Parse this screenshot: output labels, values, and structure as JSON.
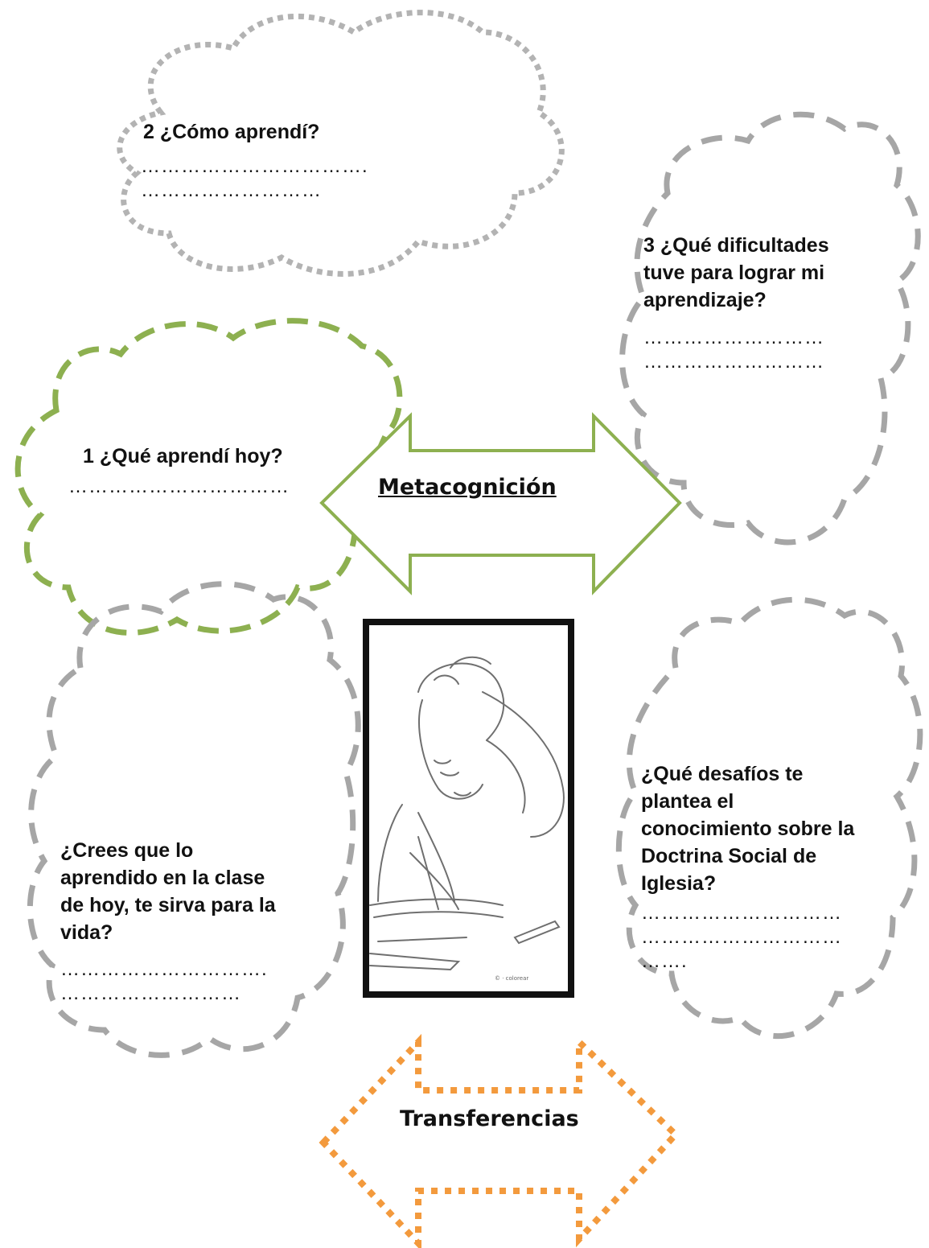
{
  "colors": {
    "green": "#8db050",
    "grey": "#a6a6a6",
    "light_grey": "#b3b3b3",
    "orange": "#f39a3d",
    "text": "#111111"
  },
  "clouds": {
    "q1": {
      "title": "1 ¿Qué aprendí hoy?",
      "dots": "……………………………"
    },
    "q2": {
      "title": "2 ¿Cómo aprendí?",
      "dots": "…………………………….\n………………………"
    },
    "q3": {
      "title": "3 ¿Qué dificultades\ntuve para lograr mi\naprendizaje?",
      "dots": "………………………\n………………………"
    },
    "q4": {
      "title": "¿Crees que lo\naprendido en la clase\nde hoy, te sirva para la\nvida?",
      "dots": "………………………….\n………………………"
    },
    "q5": {
      "title": "¿Qué desafíos te\nplantea el\nconocimiento sobre la\nDoctrina Social de\nIglesia?",
      "dots": "…………………………\n…………………………\n……."
    }
  },
  "arrows": {
    "metacognicion": "Metacognición",
    "transferencias": "Transferencias"
  },
  "illustration": {
    "subject": "student-studying-drawing"
  }
}
